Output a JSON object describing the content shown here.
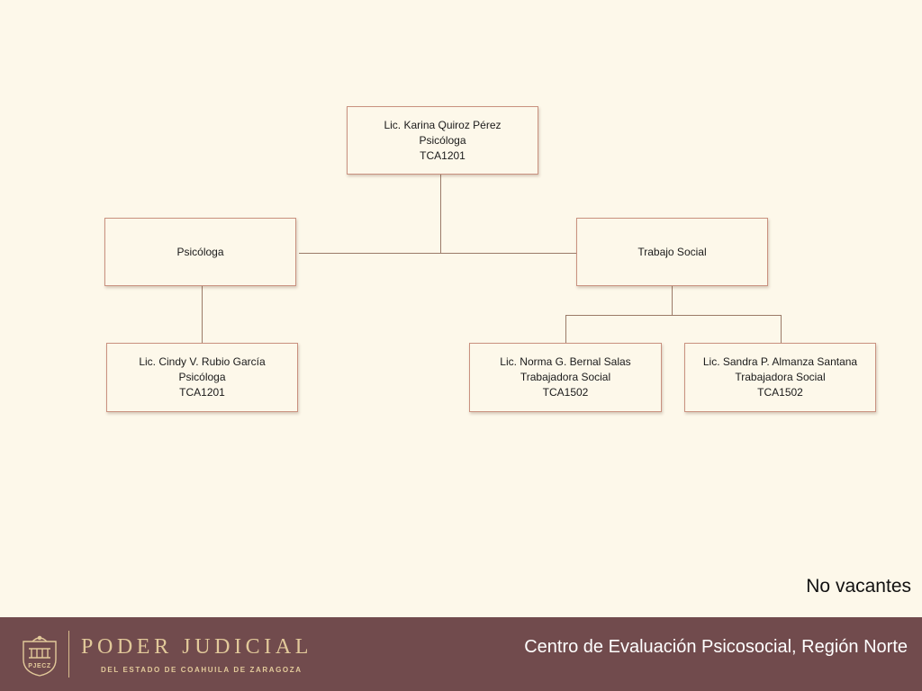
{
  "org_chart": {
    "root": {
      "name": "Lic. Karina Quiroz Pérez",
      "role": "Psicóloga",
      "code": "TCA1201"
    },
    "departments": {
      "psicologia": {
        "label": "Psicóloga",
        "members": [
          {
            "name": "Lic. Cindy V. Rubio García",
            "role": "Psicóloga",
            "code": "TCA1201"
          }
        ]
      },
      "trabajo_social": {
        "label": "Trabajo Social",
        "members": [
          {
            "name": "Lic. Norma G. Bernal Salas",
            "role": "Trabajadora Social",
            "code": "TCA1502"
          },
          {
            "name": "Lic. Sandra P. Almanza Santana",
            "role": "Trabajadora Social",
            "code": "TCA1502"
          }
        ]
      }
    }
  },
  "note": "No vacantes",
  "footer": {
    "logo_text": "PJECZ",
    "brand_title": "PODER JUDICIAL",
    "brand_subtitle": "DEL ESTADO DE COAHUILA DE ZARAGOZA",
    "caption": "Centro de Evaluación Psicosocial, Región Norte"
  },
  "colors": {
    "background": "#fdf8ea",
    "node_border": "#c9917f",
    "connector": "#9b7a68",
    "footer_bg": "#714b4d",
    "footer_gold": "#e2c99a"
  }
}
